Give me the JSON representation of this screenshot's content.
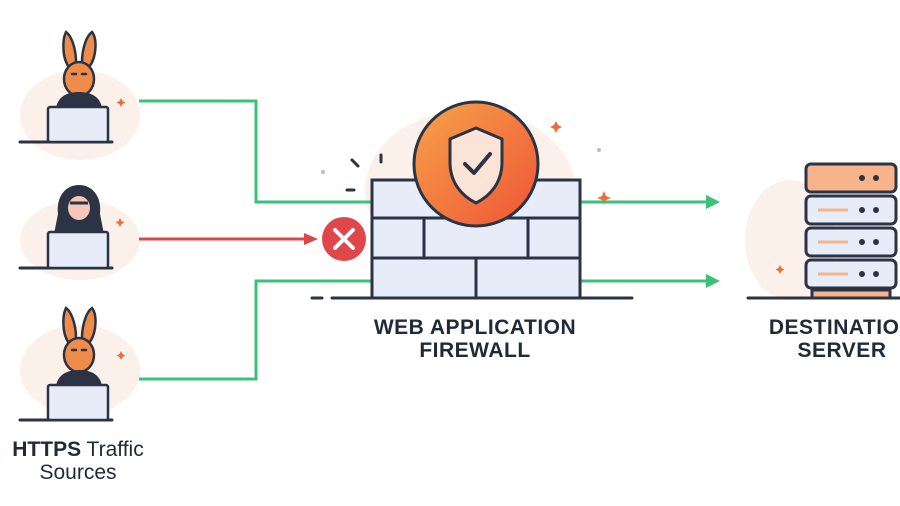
{
  "colors": {
    "allowed_flow": "#3cc07a",
    "blocked_flow": "#d94848",
    "shield_orange": "#f26b3a",
    "outline": "#2b3344",
    "server_orange": "#f7b48a"
  },
  "sources": {
    "label_bold": "HTTPS",
    "label_rest": " Traffic",
    "label_line2": "Sources",
    "clients": [
      {
        "icon": "rabbit-user-icon",
        "status": "allowed"
      },
      {
        "icon": "hooded-attacker-icon",
        "status": "blocked"
      },
      {
        "icon": "rabbit-user-icon",
        "status": "allowed"
      }
    ]
  },
  "firewall": {
    "label_line1": "WEB APPLICATION",
    "label_line2": "FIREWALL",
    "icon": "shield-check-icon"
  },
  "destination": {
    "label_line1": "DESTINATION",
    "label_line2": "SERVER",
    "icon": "server-rack-icon"
  }
}
